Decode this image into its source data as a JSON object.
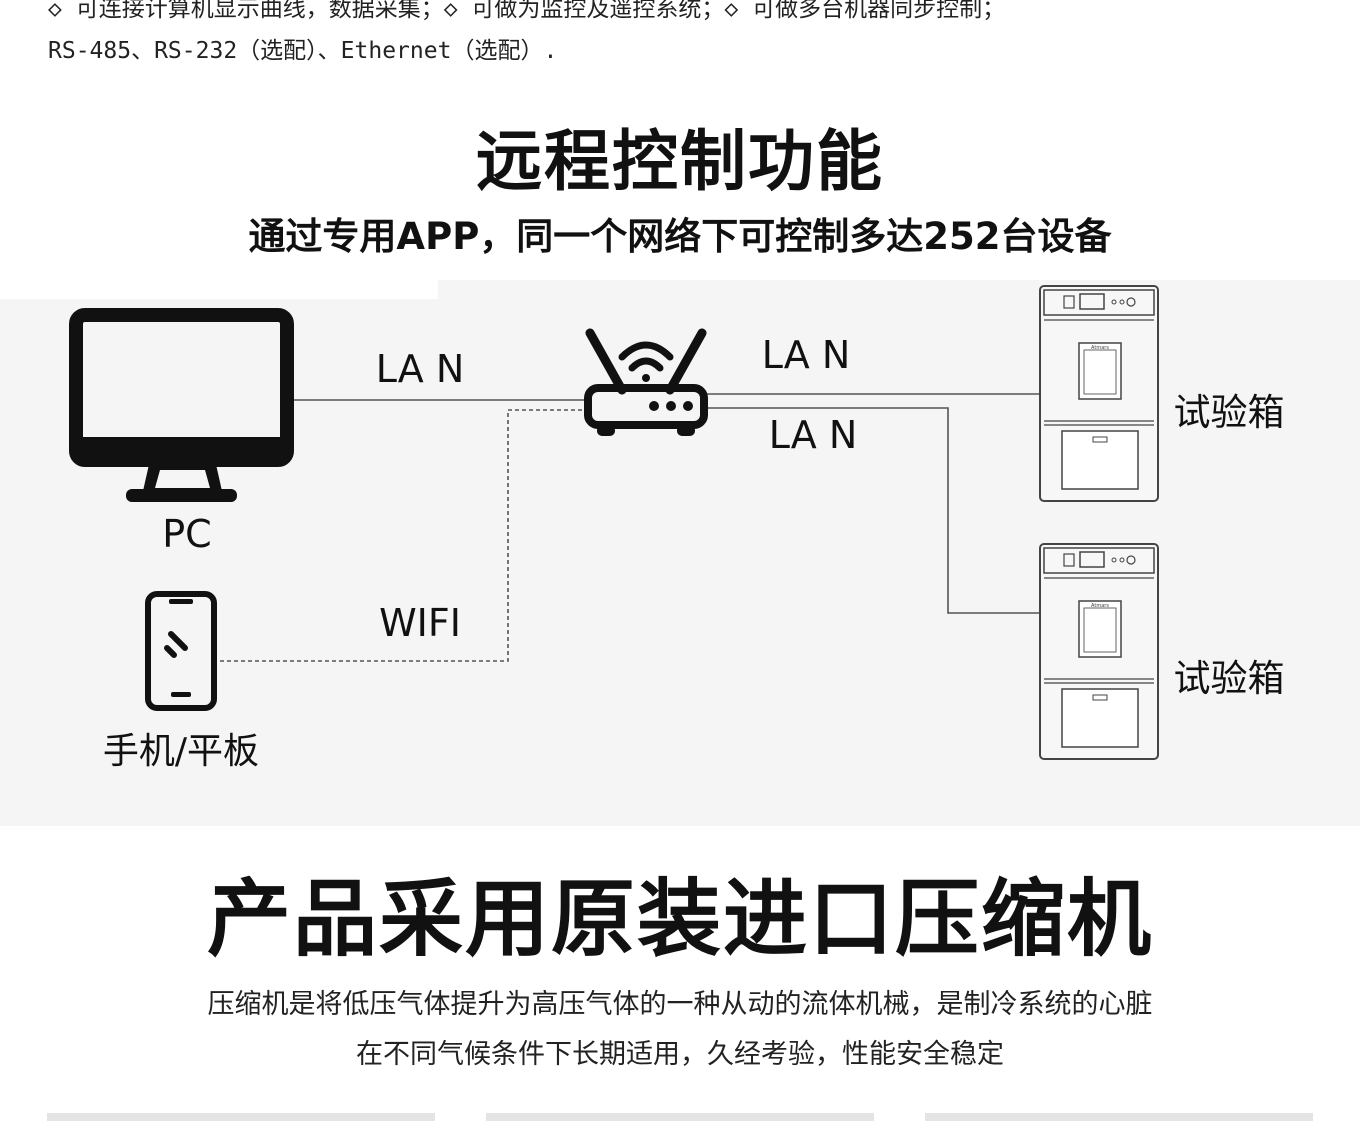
{
  "intro": {
    "line1": "◇ 可连接计算机显示曲线，数据采集；◇ 可做为监控及遥控系统；◇ 可做多台机器同步控制；",
    "line2": "RS-485、RS-232（选配）、Ethernet（选配）."
  },
  "remote": {
    "title": "远程控制功能",
    "subtitle": "通过专用APP，同一个网络下可控制多达252台设备"
  },
  "diagram": {
    "pc_label": "PC",
    "mobile_label": "手机/平板",
    "lan_pc_label": "LA N",
    "wifi_label": "WIFI",
    "lan_upper_label": "LA N",
    "lan_lower_label": "LA N",
    "chamber_1_label": "试验箱",
    "chamber_2_label": "试验箱",
    "chamber_brand": "Atmars",
    "icons": [
      "monitor-icon",
      "phone-icon",
      "router-icon",
      "test-chamber-icon"
    ],
    "colors": {
      "background": "#f5f5f5",
      "line": "#555555",
      "icon": "#111111"
    }
  },
  "compressor": {
    "title": "产品采用原装进口压缩机",
    "desc_line1": "压缩机是将低压气体提升为高压气体的一种从动的流体机械，是制冷系统的心脏",
    "desc_line2": "在不同气候条件下长期适用，久经考验，性能安全稳定"
  }
}
